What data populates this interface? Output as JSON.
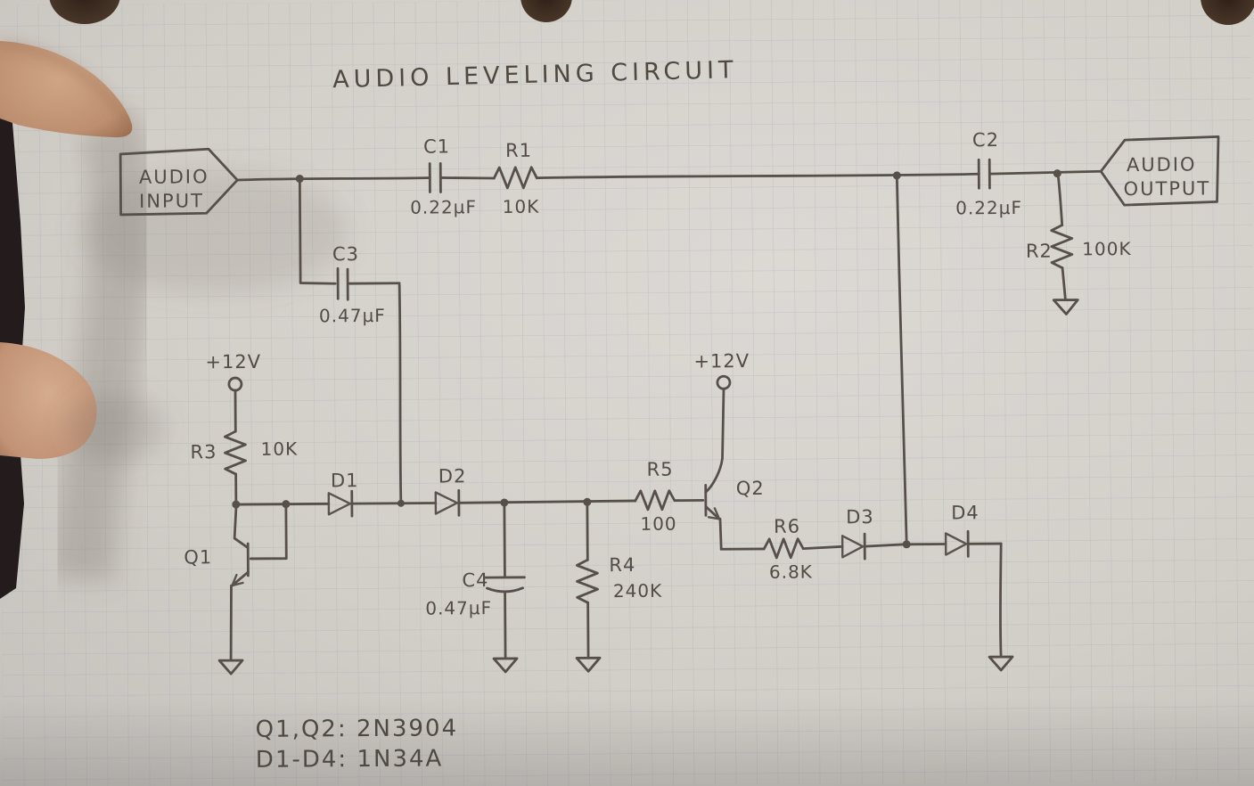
{
  "photo": {
    "title": "AUDIO LEVELING CIRCUIT",
    "io": {
      "input": [
        "AUDIO",
        "INPUT"
      ],
      "output": [
        "AUDIO",
        "OUTPUT"
      ]
    },
    "power_labels": {
      "left": "+12V",
      "right": "+12V"
    },
    "components": {
      "C1": {
        "designator": "C1",
        "value": "0.22µF"
      },
      "R1": {
        "designator": "R1",
        "value": "10K"
      },
      "C2": {
        "designator": "C2",
        "value": "0.22µF"
      },
      "R2": {
        "designator": "R2",
        "value": "100K"
      },
      "C3": {
        "designator": "C3",
        "value": "0.47µF"
      },
      "R3": {
        "designator": "R3",
        "value": "10K"
      },
      "C4": {
        "designator": "C4",
        "value": "0.47µF"
      },
      "R4": {
        "designator": "R4",
        "value": "240K"
      },
      "R5": {
        "designator": "R5",
        "value": "100"
      },
      "R6": {
        "designator": "R6",
        "value": "6.8K"
      },
      "D1": {
        "designator": "D1"
      },
      "D2": {
        "designator": "D2"
      },
      "D3": {
        "designator": "D3"
      },
      "D4": {
        "designator": "D4"
      },
      "Q1": {
        "designator": "Q1"
      },
      "Q2": {
        "designator": "Q2"
      }
    },
    "notes": {
      "transistors": "Q1,Q2: 2N3904",
      "diodes": "D1-D4: 1N34A"
    },
    "colors": {
      "ink": "#57504a",
      "paper": "#d3cfc9",
      "grid": "#8fa6b8",
      "skin": "#c49b7d"
    }
  }
}
